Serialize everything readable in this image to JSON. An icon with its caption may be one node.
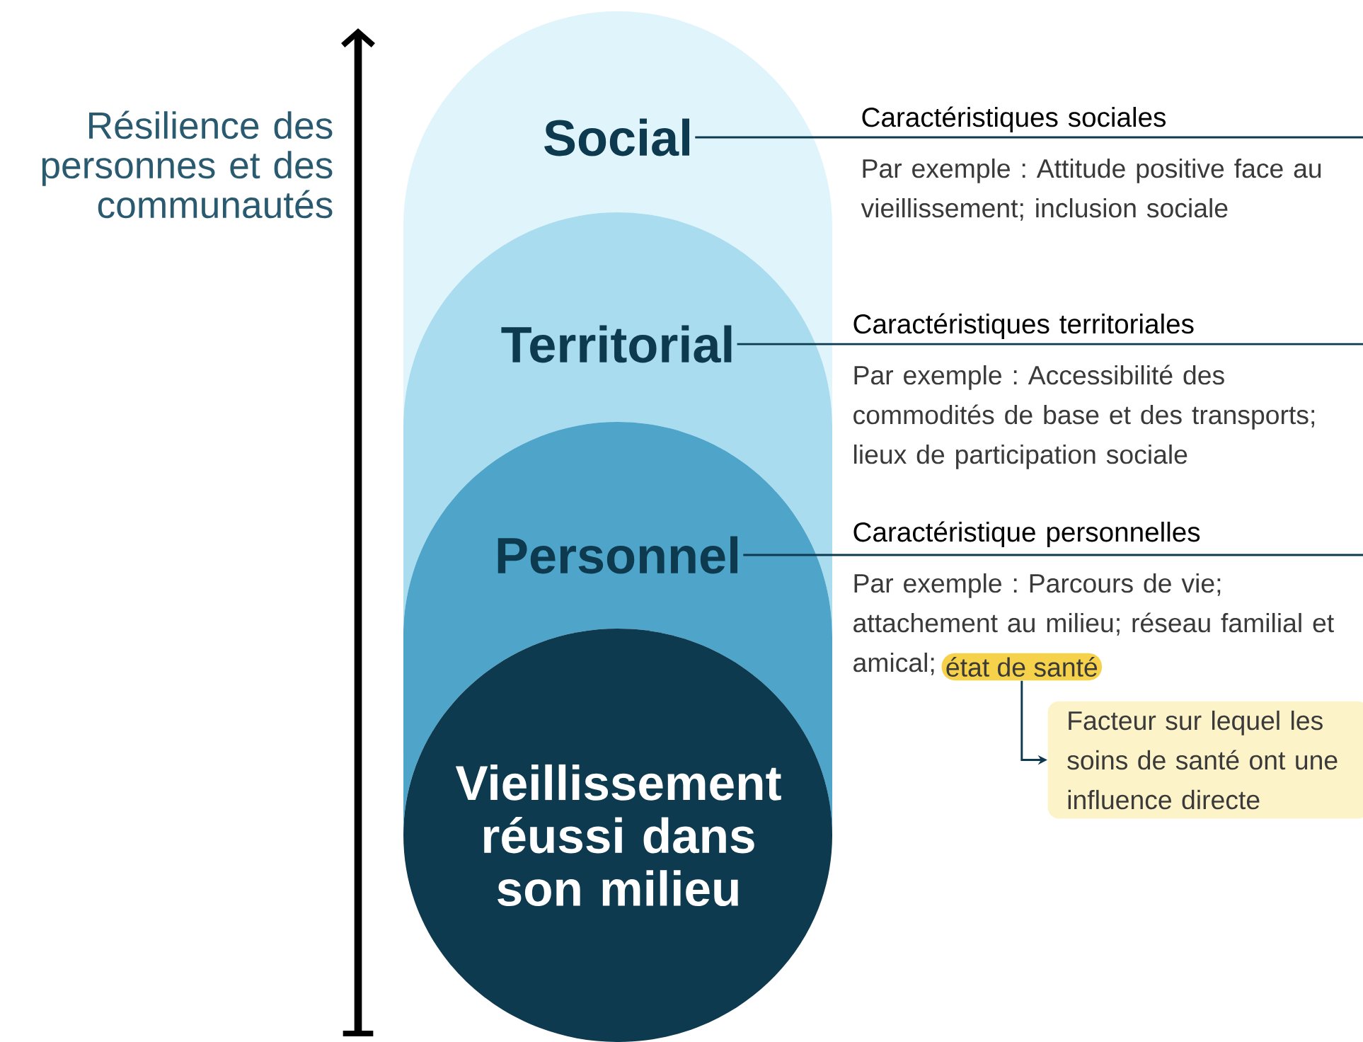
{
  "diagram": {
    "nodes": [
      {
        "text": [
          "Social"
        ]
      },
      {
        "text": [
          "Territorial"
        ]
      },
      {
        "text": [
          "Personnel"
        ]
      },
      {
        "text": [
          "Vieillissement réussi dans son milieu"
        ]
      },
      {
        "text": [
          "Caractéristiques sociales",
          "Par exemple : Attitude positive face au vieillissement; inclusion sociale"
        ]
      },
      {
        "text": [
          "Caractéristiques territoriales",
          "Par exemple : Accessibilité des commodités de base et des transports; lieux de participation sociale"
        ]
      },
      {
        "text": [
          "Caractéristique personnelles",
          "Par exemple : Parcours de vie; attachement au milieu; réseau familial et amical;"
        ]
      },
      {
        "text": [
          "état de santé"
        ]
      },
      {
        "text": [
          "Facteur sur lequel les soins de santé ont une influence directe"
        ]
      }
    ],
    "edges": [
      {
        "from": 0,
        "to": 4,
        "arrow": "none"
      },
      {
        "from": 1,
        "to": 5,
        "arrow": "none"
      },
      {
        "from": 2,
        "to": 6,
        "arrow": "none"
      },
      {
        "from": 7,
        "to": 8,
        "arrow": "to"
      }
    ],
    "labels": [
      "Résilience des personnes et des communautés"
    ]
  }
}
